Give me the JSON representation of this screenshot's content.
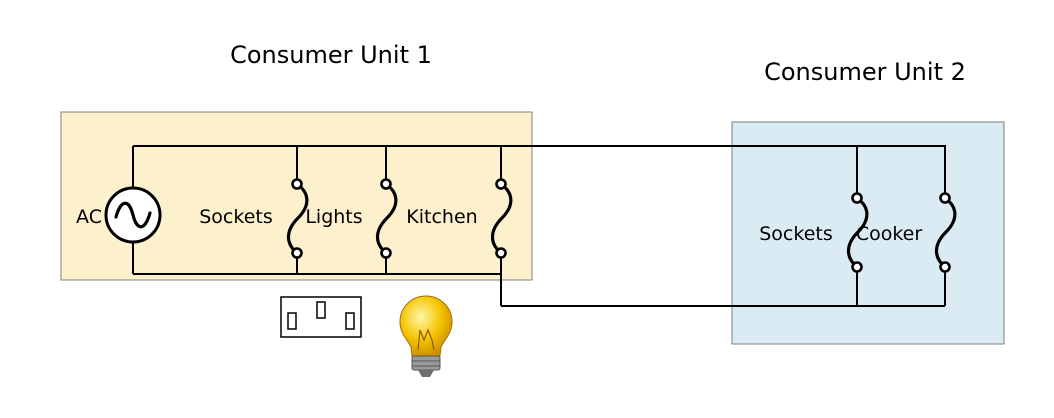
{
  "units": [
    {
      "title": "Consumer Unit 1",
      "fill": "#fdf0cc",
      "labels": {
        "source": "AC",
        "circuits": [
          "Sockets",
          "Lights",
          "Kitchen"
        ]
      }
    },
    {
      "title": "Consumer Unit 2",
      "fill": "#daebf3",
      "labels": {
        "circuits": [
          "Sockets",
          "Cooker"
        ]
      }
    }
  ],
  "colors": {
    "wire": "#000000",
    "bulb": "#f5c400",
    "bulb_base": "#8c8c8c"
  },
  "icons": [
    "ac-source-icon",
    "fuse-icon",
    "socket-outlet-icon",
    "light-bulb-icon"
  ]
}
